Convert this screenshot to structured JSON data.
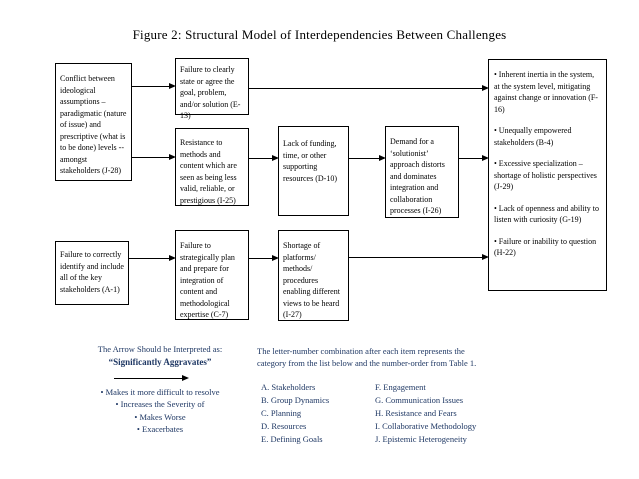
{
  "title": "Figure 2: Structural Model of Interdependencies Between Challenges",
  "colors": {
    "background": "#FFFFFF",
    "box_border": "#000000",
    "box_text": "#000000",
    "legend_text": "#1F3864",
    "arrow": "#000000"
  },
  "boxes": {
    "j28": {
      "text": "Conflict between ideological assumptions – paradigmatic (nature of issue) and prescriptive (what is to be done) levels -- amongst stakeholders  (J-28)"
    },
    "e13": {
      "text": "Failure to clearly state or agree  the goal,  problem, and/or solution (E-13)"
    },
    "i25": {
      "text": "Resistance to methods and content which are seen as being less valid, reliable, or prestigious (I-25)"
    },
    "d10": {
      "text": "Lack of funding, time, or other supporting resources (D-10)"
    },
    "i26": {
      "text": "Demand for a ‘solutionist’ approach distorts and dominates integration and collaboration processes (I-26)"
    },
    "a1": {
      "text": "Failure to correctly identify and include all of the key stakeholders (A-1)"
    },
    "c7": {
      "text": "Failure to strategically plan and prepare for integration of content and methodological expertise (C-7)"
    },
    "i27": {
      "text": "Shortage of platforms/ methods/ procedures enabling different views to be heard (I-27)"
    }
  },
  "outcomes": {
    "items": [
      "• Inherent inertia in the system, at the system level, mitigating against change or innovation (F-16)",
      "• Unequally empowered stakeholders (B-4)",
      "• Excessive specialization – shortage of holistic perspectives (J-29)",
      "• Lack of openness and ability to listen with curiosity (G-19)",
      "• Failure or inability to question (H-22)"
    ]
  },
  "legend": {
    "heading": "The Arrow Should be Interpreted as:",
    "meaning": "“Significantly Aggravates”",
    "bullets": [
      "• Makes it more difficult to resolve",
      "• Increases the Severity of",
      "• Makes Worse",
      "• Exacerbates"
    ]
  },
  "note": {
    "text": "The letter-number combination after each item represents the category from  the list below and the number-order from  Table 1.",
    "col1": [
      "A. Stakeholders",
      "B. Group Dynamics",
      "C. Planning",
      "D. Resources",
      "E. Defining Goals"
    ],
    "col2": [
      "F. Engagement",
      "G. Communication Issues",
      "H. Resistance and Fears",
      "I. Collaborative Methodology",
      "J. Epistemic Heterogeneity"
    ]
  }
}
